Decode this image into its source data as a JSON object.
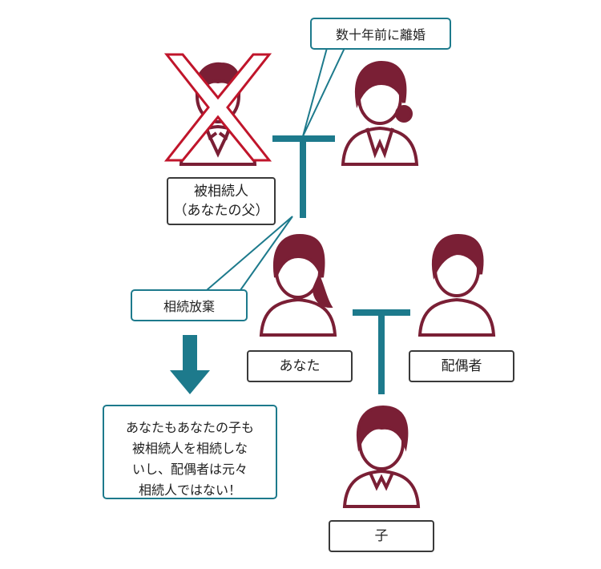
{
  "diagram": {
    "colors": {
      "person": "#7a1f35",
      "cross": "#c0152b",
      "line": "#1d7a8c",
      "label_border": "#3a3a3a"
    },
    "divorce_note": "数十年前に離婚",
    "deceased": {
      "line1": "被相続人",
      "line2": "（あなたの父）"
    },
    "renunciation_note": "相続放棄",
    "you_label": "あなた",
    "spouse_label": "配偶者",
    "child_label": "子",
    "result_note": {
      "lines": [
        "あなたもあなたの子も",
        "被相続人を相続しな",
        "いし、配偶者は元々",
        "相続人ではない！"
      ]
    },
    "icons": {
      "deceased": "crossed-out-man-icon",
      "ex_wife": "woman-icon",
      "you": "woman-icon",
      "spouse": "man-icon",
      "child": "boy-icon",
      "arrow": "down-arrow-icon"
    }
  }
}
